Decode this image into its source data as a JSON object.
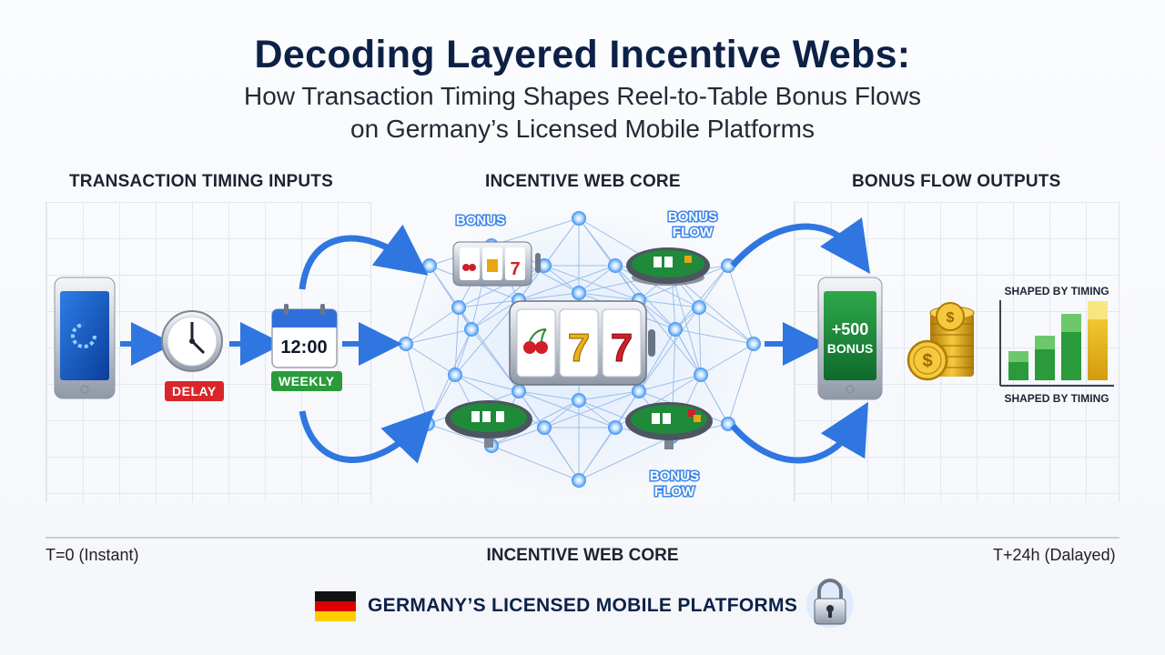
{
  "header": {
    "title": "Decoding Layered Incentive Webs:",
    "subtitle_line1": "How Transaction Timing Shapes Reel-to-Table Bonus Flows",
    "subtitle_line2": "on Germany’s Licensed Mobile Platforms"
  },
  "sections": {
    "inputs": "TRANSACTION TIMING INPUTS",
    "core": "INCENTIVE WEB CORE",
    "outputs": "BONUS FLOW OUTPUTS"
  },
  "inputs": {
    "delay_badge": "DELAY",
    "calendar_time": "12:00",
    "weekly_badge": "WEEKLY"
  },
  "core_labels": {
    "bonus": "BONUS",
    "bonus_flow_top_1": "BONUS",
    "bonus_flow_top_2": "FLOW",
    "bonus_flow_bottom_1": "BONUS",
    "bonus_flow_bottom_2": "FLOW",
    "slot_symbols": "7"
  },
  "outputs": {
    "phone_amount": "+500",
    "phone_label": "BONUS",
    "chart_label_top": "SHAPED BY TIMING",
    "chart_label_bottom": "SHAPED BY TIMING"
  },
  "timeline": {
    "start": "T=0 (Instant)",
    "center": "INCENTIVE WEB CORE",
    "end": "T+24h (Dalayed)"
  },
  "footer": {
    "text": "GERMANY’S LICENSED MOBILE PLATFORMS"
  },
  "colors": {
    "title": "#0d2147",
    "arrow": "#2f76e0",
    "delay_red": "#d9262b",
    "weekly_green": "#2a9a3a",
    "felt_green": "#1f8a3a",
    "gold": "#e2a714"
  },
  "icons": [
    "phone-icon",
    "clock-icon",
    "calendar-icon",
    "slot-machine-icon",
    "poker-table-icon",
    "coin-stack-icon",
    "bar-chart-icon",
    "germany-flag-icon",
    "lock-icon"
  ]
}
